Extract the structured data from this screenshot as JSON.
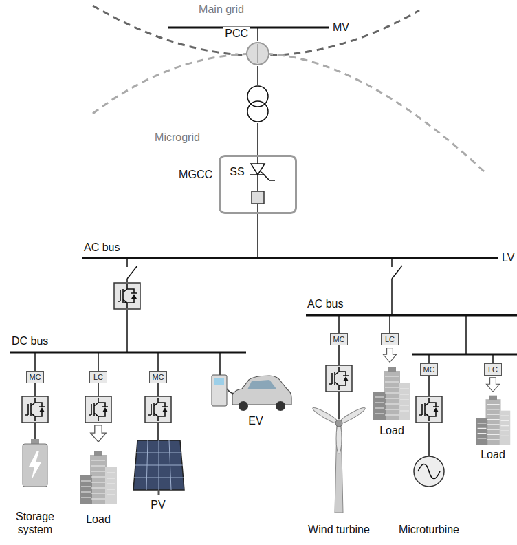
{
  "diagram": {
    "nodes": [
      {
        "text": [
          "PCC"
        ]
      },
      {
        "text": [
          "MGCC"
        ]
      },
      {
        "text": [
          "MC"
        ]
      },
      {
        "text": [
          "LC"
        ]
      },
      {
        "text": [
          "MC"
        ]
      },
      {
        "text": [
          "MC"
        ]
      },
      {
        "text": [
          "LC"
        ]
      },
      {
        "text": [
          "MC"
        ]
      },
      {
        "text": [
          "LC"
        ]
      }
    ],
    "edges": [
      {
        "from": 0,
        "to": 1,
        "arrow": "none"
      }
    ],
    "labels": [
      "Main grid",
      "MV",
      "Microgrid",
      "SS",
      "AC bus",
      "LV",
      "AC bus",
      "DC bus",
      "Storage system",
      "Load",
      "PV",
      "EV",
      "Load",
      "Wind turbine",
      "Microturbine",
      "Load"
    ]
  }
}
